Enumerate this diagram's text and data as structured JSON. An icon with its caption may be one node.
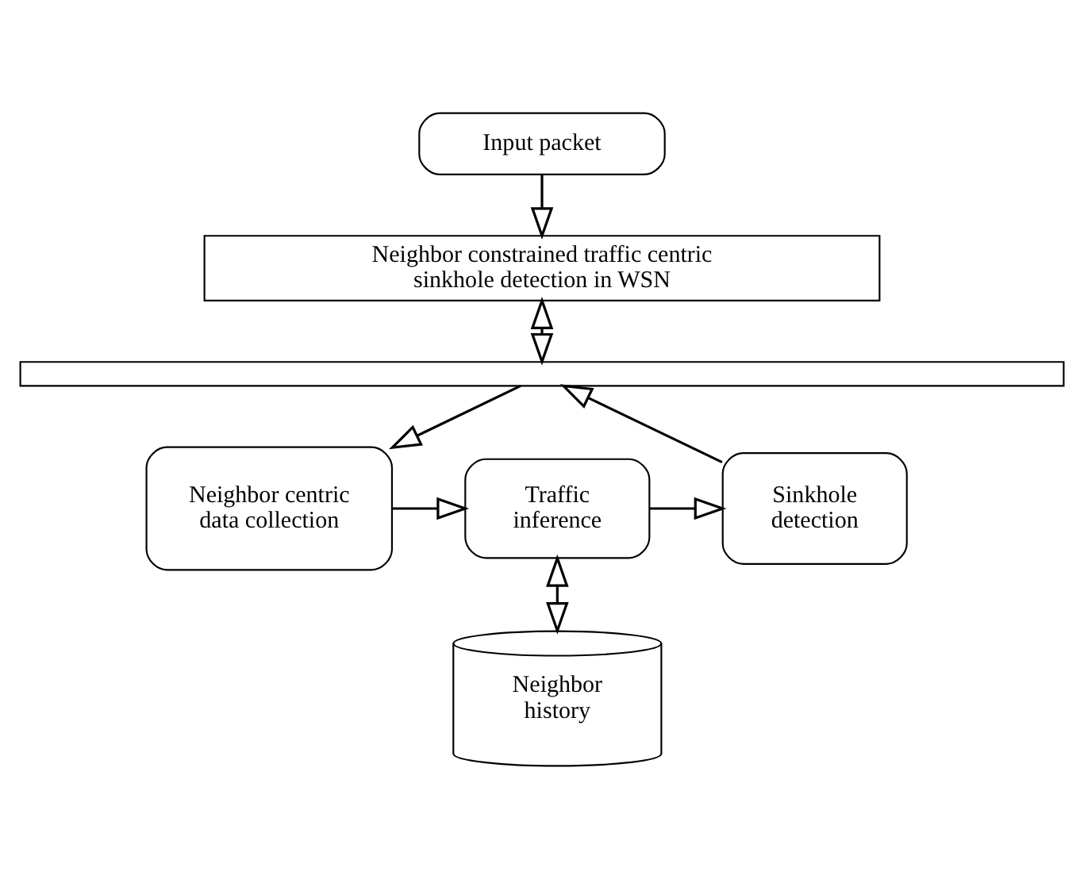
{
  "diagram": {
    "nodes": [
      {
        "text": [
          "Input packet"
        ]
      },
      {
        "text": [
          "Neighbor constrained traffic centric sinkhole detection in WSN"
        ]
      },
      {
        "text": [],
        "shape": "bar"
      },
      {
        "text": [
          "Neighbor centric data collection"
        ]
      },
      {
        "text": [
          "Traffic inference"
        ]
      },
      {
        "text": [
          "Sinkhole detection"
        ]
      },
      {
        "text": [
          "Neighbor history"
        ]
      }
    ],
    "edges": [
      {
        "from": 0,
        "to": 1,
        "arrow": "to"
      },
      {
        "from": 1,
        "to": 2,
        "arrow": "both"
      },
      {
        "from": 2,
        "to": 3,
        "arrow": "to"
      },
      {
        "from": 3,
        "to": 4,
        "arrow": "to"
      },
      {
        "from": 4,
        "to": 5,
        "arrow": "to"
      },
      {
        "from": 5,
        "to": 2,
        "arrow": "to"
      },
      {
        "from": 4,
        "to": 6,
        "arrow": "both"
      }
    ]
  }
}
